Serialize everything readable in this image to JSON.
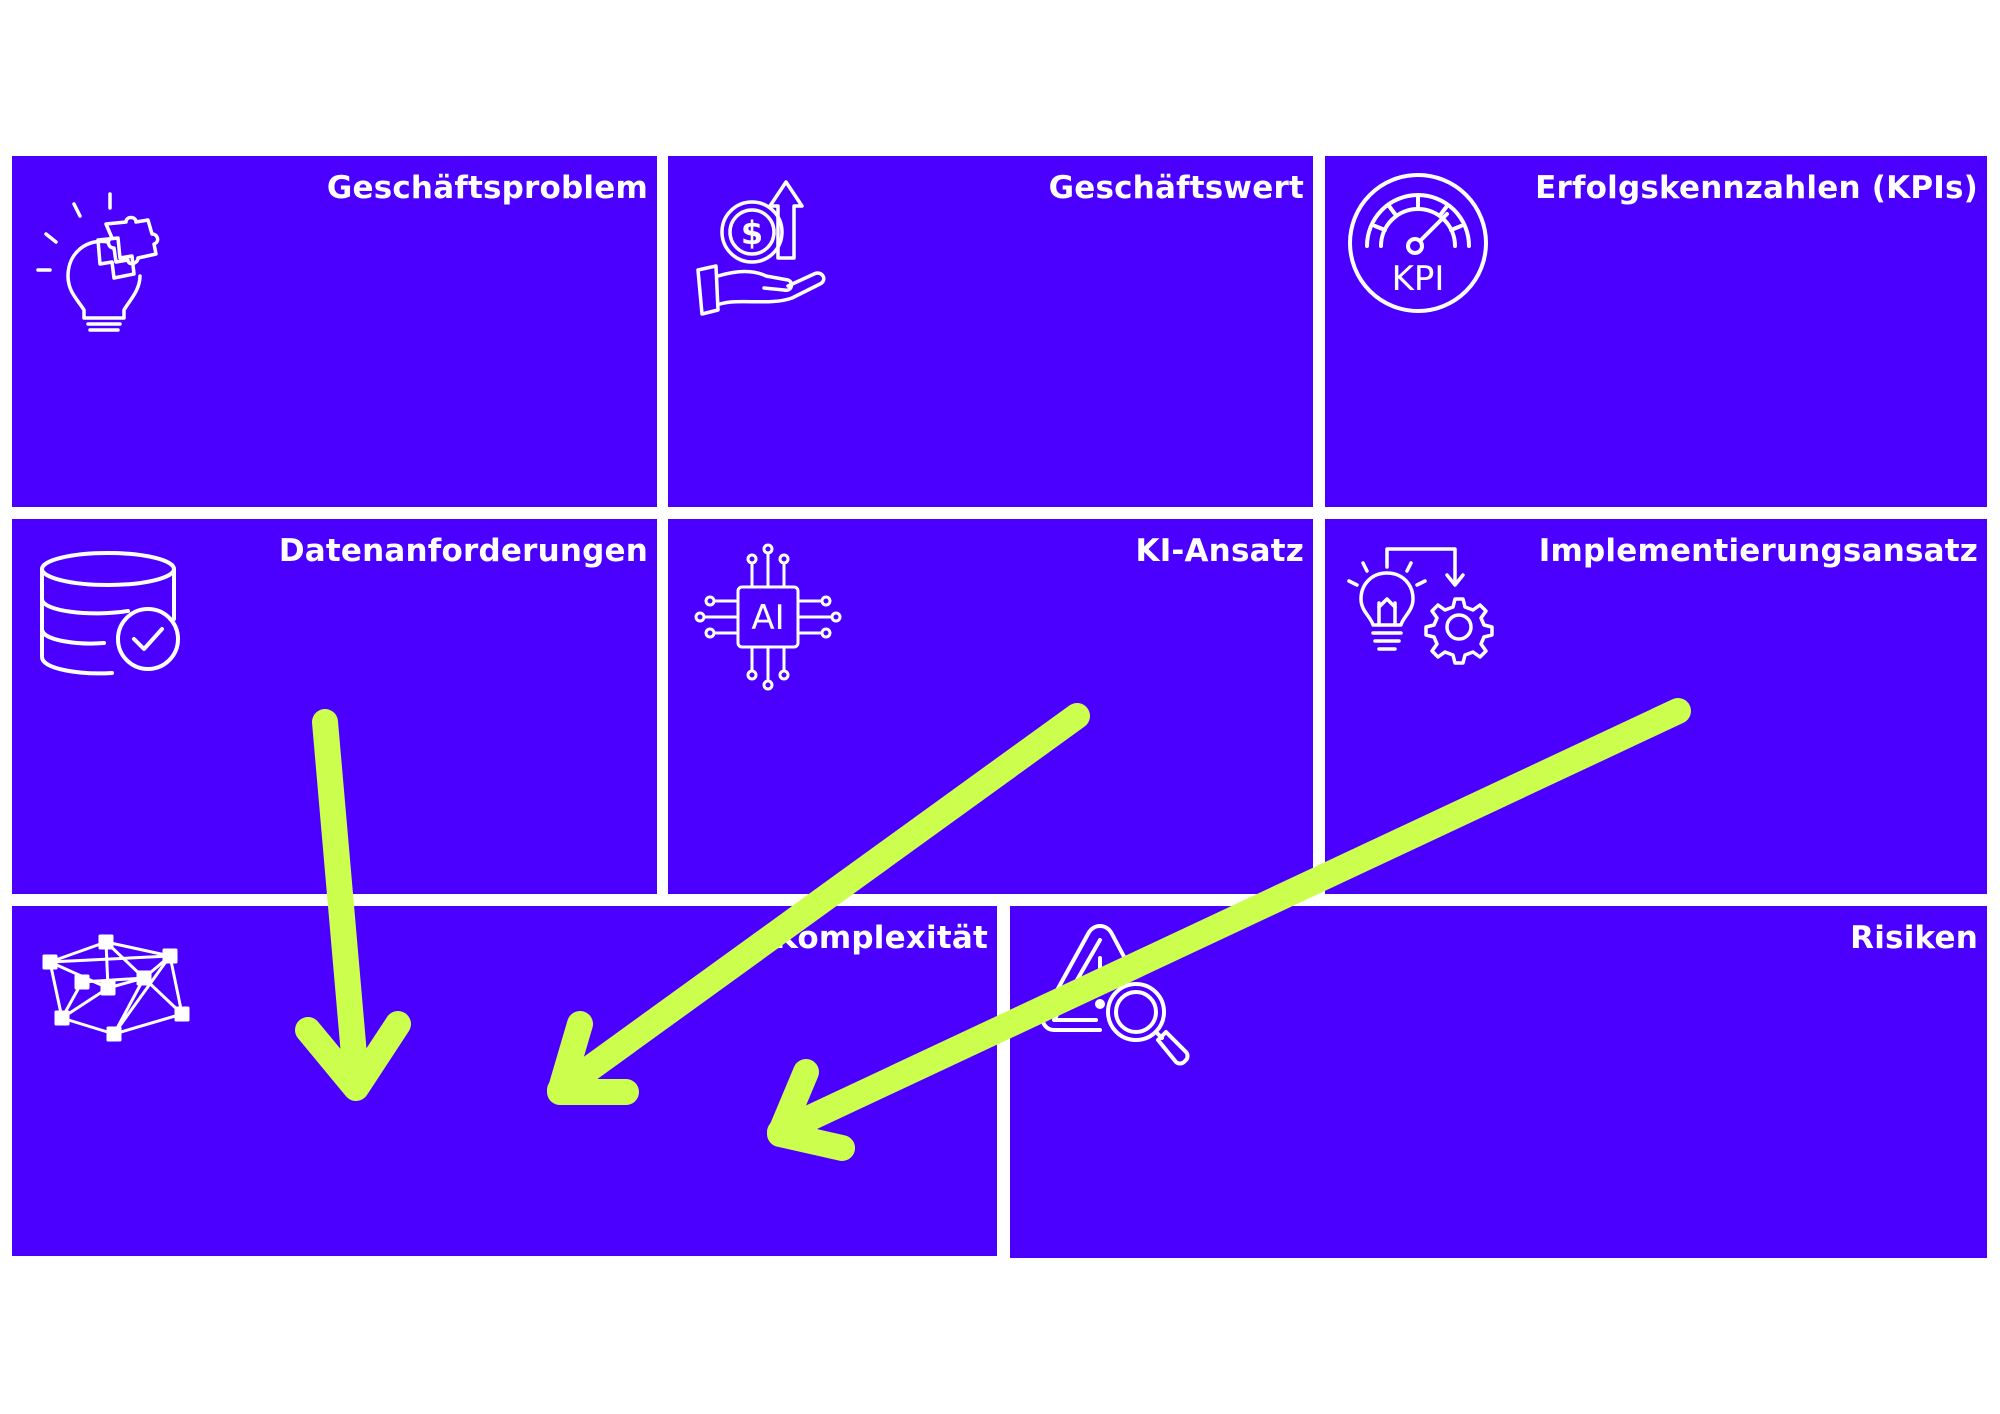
{
  "canvas": {
    "background": "#ffffff",
    "panel_color": "#4b00ff",
    "arrow_color": "#ccff4d"
  },
  "panels": [
    {
      "id": "geschaeftsproblem",
      "title": "Geschäftsproblem",
      "icon": "lightbulb-puzzle-icon"
    },
    {
      "id": "geschaeftswert",
      "title": "Geschäftswert",
      "icon": "hand-money-growth-icon"
    },
    {
      "id": "kpis",
      "title": "Erfolgskennzahlen (KPIs)",
      "icon": "kpi-gauge-icon"
    },
    {
      "id": "datenanforderungen",
      "title": "Datenanforderungen",
      "icon": "database-check-icon"
    },
    {
      "id": "ki-ansatz",
      "title": "KI-Ansatz",
      "icon": "ai-chip-icon"
    },
    {
      "id": "implementierungsansatz",
      "title": "Implementierungsansatz",
      "icon": "lightbulb-gear-icon"
    },
    {
      "id": "komplexitaet",
      "title": "Komplexität",
      "icon": "network-nodes-icon"
    },
    {
      "id": "risiken",
      "title": "Risiken",
      "icon": "warning-search-icon"
    }
  ],
  "icon_labels": {
    "kpi": "KPI",
    "ai": "AI",
    "dollar": "$"
  },
  "arrows": [
    {
      "from": "datenanforderungen",
      "to": "komplexitaet"
    },
    {
      "from": "ki-ansatz",
      "to": "komplexitaet"
    },
    {
      "from": "implementierungsansatz",
      "to": "komplexitaet"
    }
  ]
}
